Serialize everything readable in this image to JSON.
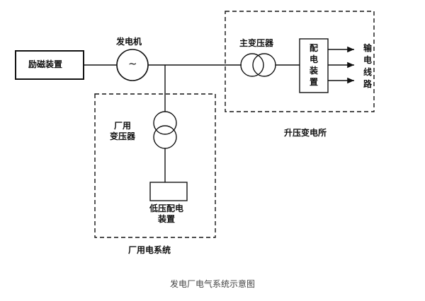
{
  "excitation": "励磁装置",
  "generator": {
    "label": "发电机",
    "symbol": "~"
  },
  "step_up_substation": {
    "main_transformer": "主变压器",
    "switchgear": "配\n电\n装\n置",
    "lines": "输\n电\n线\n路",
    "title": "升压变电所"
  },
  "station_service": {
    "transformer": "厂用\n变压器",
    "lv_switchgear": "低压配电\n装置",
    "title": "厂用电系统"
  },
  "caption": "发电厂电气系统示意图"
}
